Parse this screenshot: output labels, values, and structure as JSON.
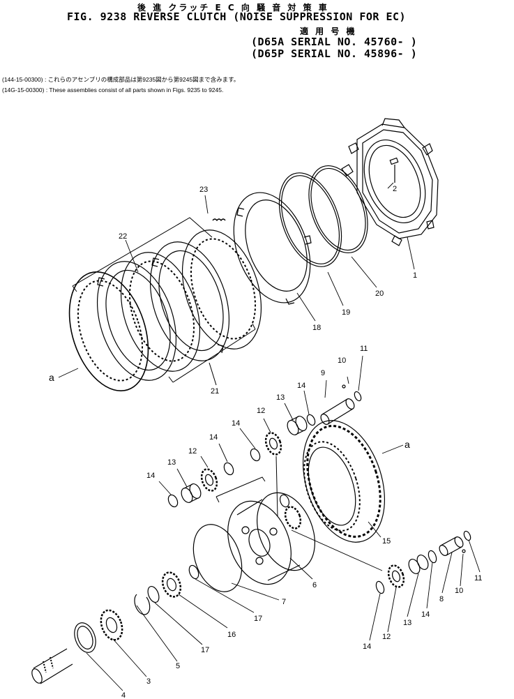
{
  "header": {
    "jp_title": "後 進 クラッチ  E C 向 騒 音 対 策 車",
    "fig_title": "FIG. 9238  REVERSE CLUTCH (NOISE SUPPRESSION FOR EC)",
    "jp_applicable": "適 用 号 機",
    "serial_1": "(D65A  SERIAL  NO. 45760- )",
    "serial_2": "(D65P  SERIAL  NO. 45896- )"
  },
  "notes": {
    "jp_note": "(144-15-00300) : これらのアセンブリの構成部品は第9235図から第9245図まで含みます。",
    "en_note": "(14G-15-00300) : These assemblies consist of all parts shown in Figs. 9235 to 9245."
  },
  "callouts": {
    "c1": "1",
    "c2": "2",
    "c3": "3",
    "c4": "4",
    "c5": "5",
    "c6": "6",
    "c7": "7",
    "c8": "8",
    "c9": "9",
    "c10a": "10",
    "c10b": "10",
    "c11a": "11",
    "c11b": "11",
    "c12a": "12",
    "c12b": "12",
    "c12c": "12",
    "c13a": "13",
    "c13b": "13",
    "c13c": "13",
    "c14a": "14",
    "c14b": "14",
    "c14c": "14",
    "c14d": "14",
    "c14e": "14",
    "c14f": "14",
    "c15": "15",
    "c16": "16",
    "c17a": "17",
    "c17b": "17",
    "c18": "18",
    "c19": "19",
    "c20": "20",
    "c21": "21",
    "c22": "22",
    "c23": "23",
    "ref_a_left": "a",
    "ref_a_right": "a"
  }
}
